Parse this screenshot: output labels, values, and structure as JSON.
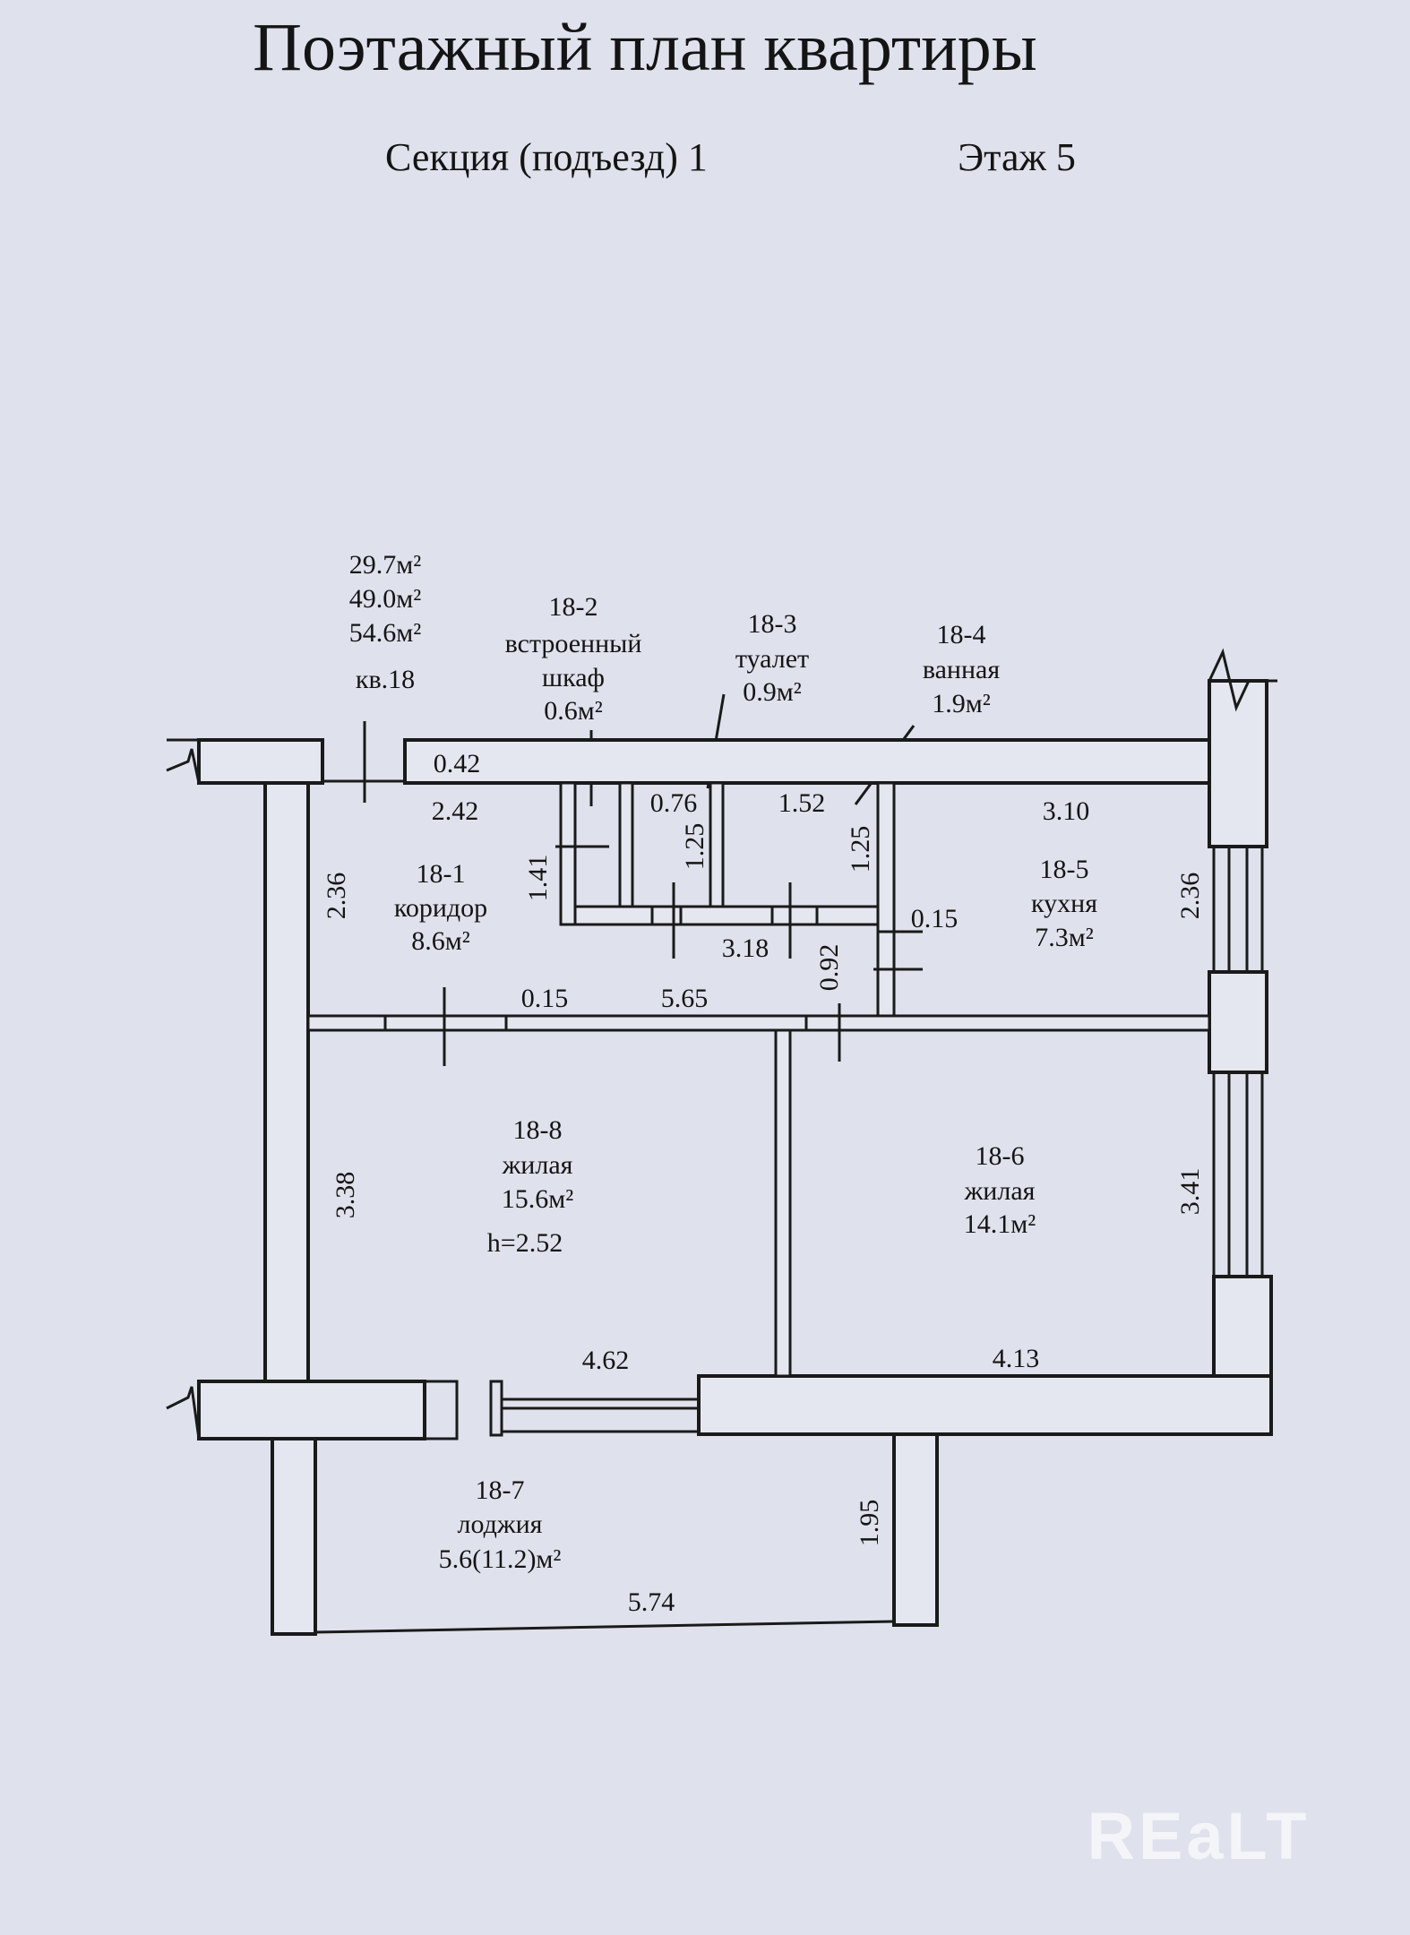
{
  "title": "Поэтажный план квартиры",
  "section": "Секция (подъезд) 1",
  "floor": "Этаж 5",
  "apartment": {
    "living_area": "29.7м²",
    "total_area": "49.0м²",
    "total_with_loggia": "54.6м²",
    "number": "кв.18"
  },
  "rooms": [
    {
      "id": "18-1",
      "name": "коридор",
      "area": "8.6м²"
    },
    {
      "id": "18-2",
      "name_line1": "встроенный",
      "name_line2": "шкаф",
      "area": "0.6м²"
    },
    {
      "id": "18-3",
      "name": "туалет",
      "area": "0.9м²"
    },
    {
      "id": "18-4",
      "name": "ванная",
      "area": "1.9м²"
    },
    {
      "id": "18-5",
      "name": "кухня",
      "area": "7.3м²"
    },
    {
      "id": "18-6",
      "name": "жилая",
      "area": "14.1м²"
    },
    {
      "id": "18-7",
      "name": "лоджия",
      "area": "5.6(11.2)м²"
    },
    {
      "id": "18-8",
      "name": "жилая",
      "area": "15.6м²",
      "height": "h=2.52"
    }
  ],
  "dimensions": {
    "d_042": "0.42",
    "d_242": "2.42",
    "d_076": "0.76",
    "d_152": "1.52",
    "d_310": "3.10",
    "d_236_left": "2.36",
    "d_141": "1.41",
    "d_125_a": "1.25",
    "d_125_b": "1.25",
    "d_015_right": "0.15",
    "d_318": "3.18",
    "d_236_right": "2.36",
    "d_092": "0.92",
    "d_015_mid": "0.15",
    "d_565": "5.65",
    "d_338": "3.38",
    "d_341": "3.41",
    "d_462": "4.62",
    "d_413": "4.13",
    "d_195": "1.95",
    "d_574": "5.74"
  },
  "watermark": "REaLT"
}
